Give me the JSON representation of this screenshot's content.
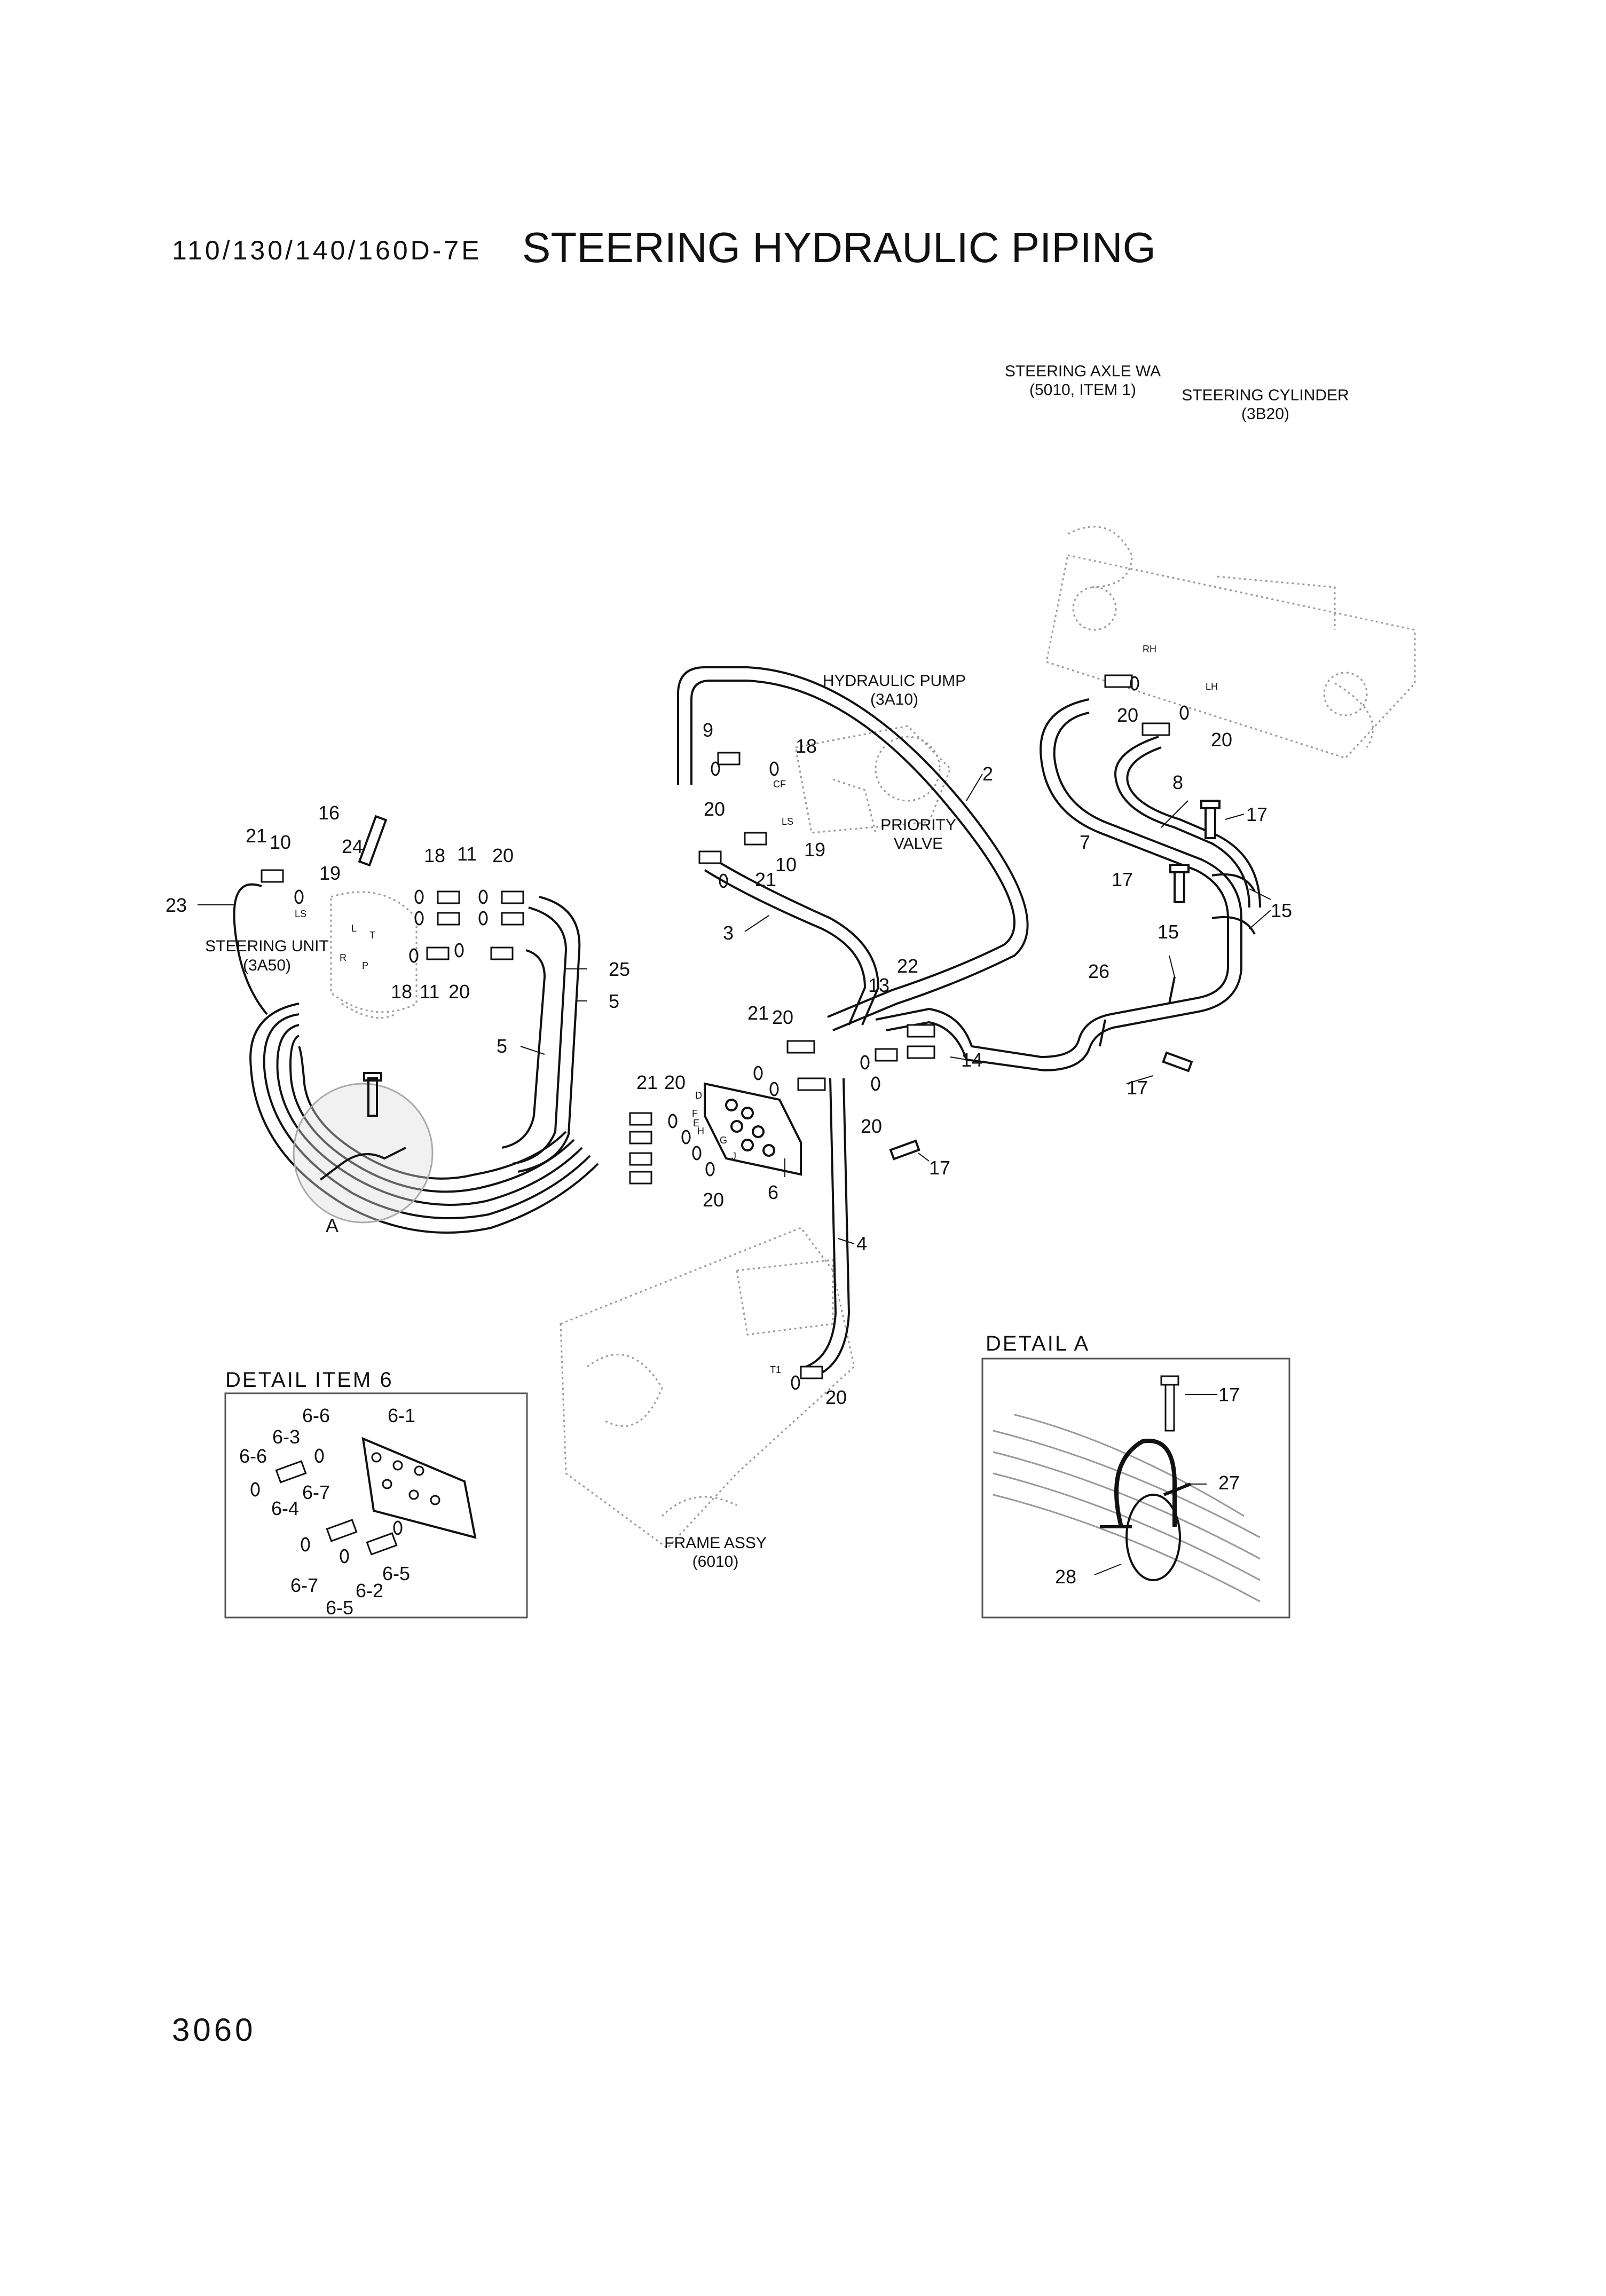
{
  "header": {
    "model": "110/130/140/160D-7E",
    "title": "STEERING HYDRAULIC PIPING"
  },
  "page_number": "3060",
  "detail_item6": {
    "title": "DETAIL ITEM 6",
    "callouts": [
      "6-6",
      "6-1",
      "6-3",
      "6-6",
      "6-7",
      "6-4",
      "6-5",
      "6-2",
      "6-7",
      "6-5"
    ]
  },
  "detail_a": {
    "title": "DETAIL A",
    "callouts": [
      "17",
      "27",
      "28"
    ]
  },
  "references": {
    "axle_name": "STEERING AXLE WA",
    "axle_code": "(5010, ITEM 1)",
    "cyl_name": "STEERING CYLINDER",
    "cyl_code": "(3B20)",
    "pump_name": "HYDRAULIC PUMP",
    "pump_code": "(3A10)",
    "priority_1": "PRIORITY",
    "priority_2": "VALVE",
    "unit_name": "STEERING UNIT",
    "unit_code": "(3A50)",
    "frame_name": "FRAME ASSY",
    "frame_code": "(6010)"
  },
  "port_labels": [
    "RH",
    "LH",
    "CF",
    "LS",
    "LS",
    "L",
    "T",
    "R",
    "P",
    "D",
    "F",
    "H",
    "E",
    "G",
    "J",
    "T1"
  ],
  "callouts": [
    "16",
    "21",
    "10",
    "24",
    "19",
    "18",
    "11",
    "20",
    "23",
    "18",
    "11",
    "20",
    "25",
    "5",
    "5",
    "A",
    "9",
    "18",
    "20",
    "2",
    "19",
    "10",
    "21",
    "3",
    "20",
    "20",
    "8",
    "17",
    "7",
    "17",
    "15",
    "15",
    "26",
    "17",
    "22",
    "13",
    "14",
    "21",
    "20",
    "21",
    "20",
    "20",
    "17",
    "6",
    "20",
    "4",
    "20"
  ]
}
